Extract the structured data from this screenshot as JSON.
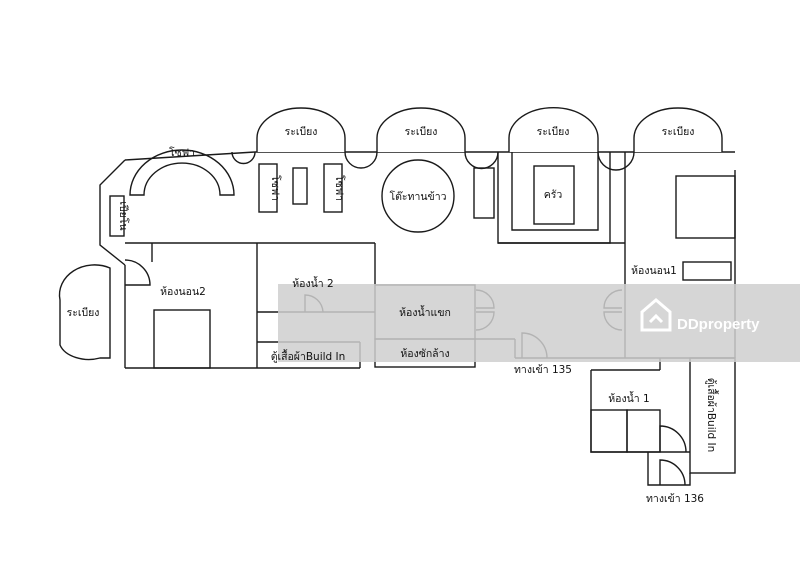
{
  "floor_plan": {
    "balcony_label": "ระเบียง",
    "sofa_label": "โซฟา",
    "piano_label": "เปียโน",
    "dining_label": "โต๊ะทานข้าว",
    "kitchen_label": "ครัว",
    "bedroom1_label": "ห้องนอน1",
    "bedroom2_label": "ห้องนอน2",
    "bathroom2_label": "ห้องน้ำ 2",
    "guest_bathroom_label": "ห้องน้ำแขก",
    "laundry_label": "ห้องซักล้าง",
    "wardrobe_label": "ตู้เสื้อผ้าBuild In",
    "entrance135_label": "ทางเข้า 135",
    "bathroom1_label": "ห้องน้ำ 1",
    "entrance136_label": "ทางเข้า 136"
  },
  "watermark": {
    "brand": "DDproperty",
    "logo_icon": "ddproperty-logo-icon",
    "color": "#ffffff"
  },
  "colors": {
    "wall": "#1a1a1a",
    "band": "#cfcfcf",
    "background": "#ffffff"
  }
}
